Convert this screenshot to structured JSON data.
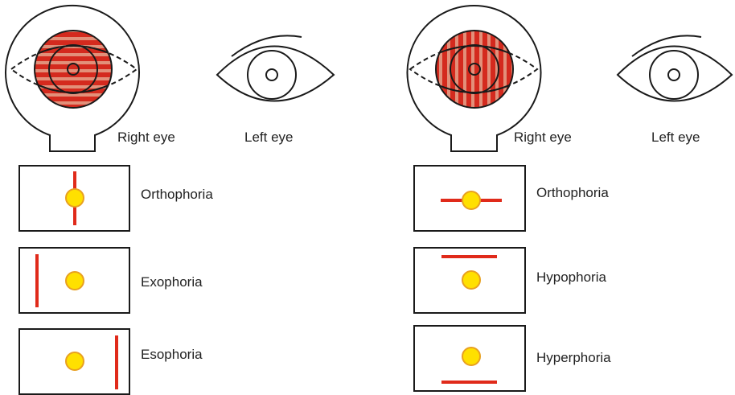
{
  "colors": {
    "outline": "#1a1a1a",
    "lens_red": "#d42a1e",
    "stripe": "#e2907a",
    "red_line": "#e02a1a",
    "light_fill": "#ffe000",
    "light_border": "#e8a020"
  },
  "left_panel": {
    "right_eye_label": "Right eye",
    "left_eye_label": "Left eye",
    "maddox_orientation": "horizontal-stripes",
    "results": [
      {
        "label": "Orthophoria",
        "line": "vertical-through-light"
      },
      {
        "label": "Exophoria",
        "line": "vertical-left-of-light"
      },
      {
        "label": "Esophoria",
        "line": "vertical-right-of-light"
      }
    ]
  },
  "right_panel": {
    "right_eye_label": "Right eye",
    "left_eye_label": "Left eye",
    "maddox_orientation": "vertical-stripes",
    "results": [
      {
        "label": "Orthophoria",
        "line": "horizontal-through-light"
      },
      {
        "label": "Hypophoria",
        "line": "horizontal-above-light"
      },
      {
        "label": "Hyperphoria",
        "line": "horizontal-below-light"
      }
    ]
  }
}
